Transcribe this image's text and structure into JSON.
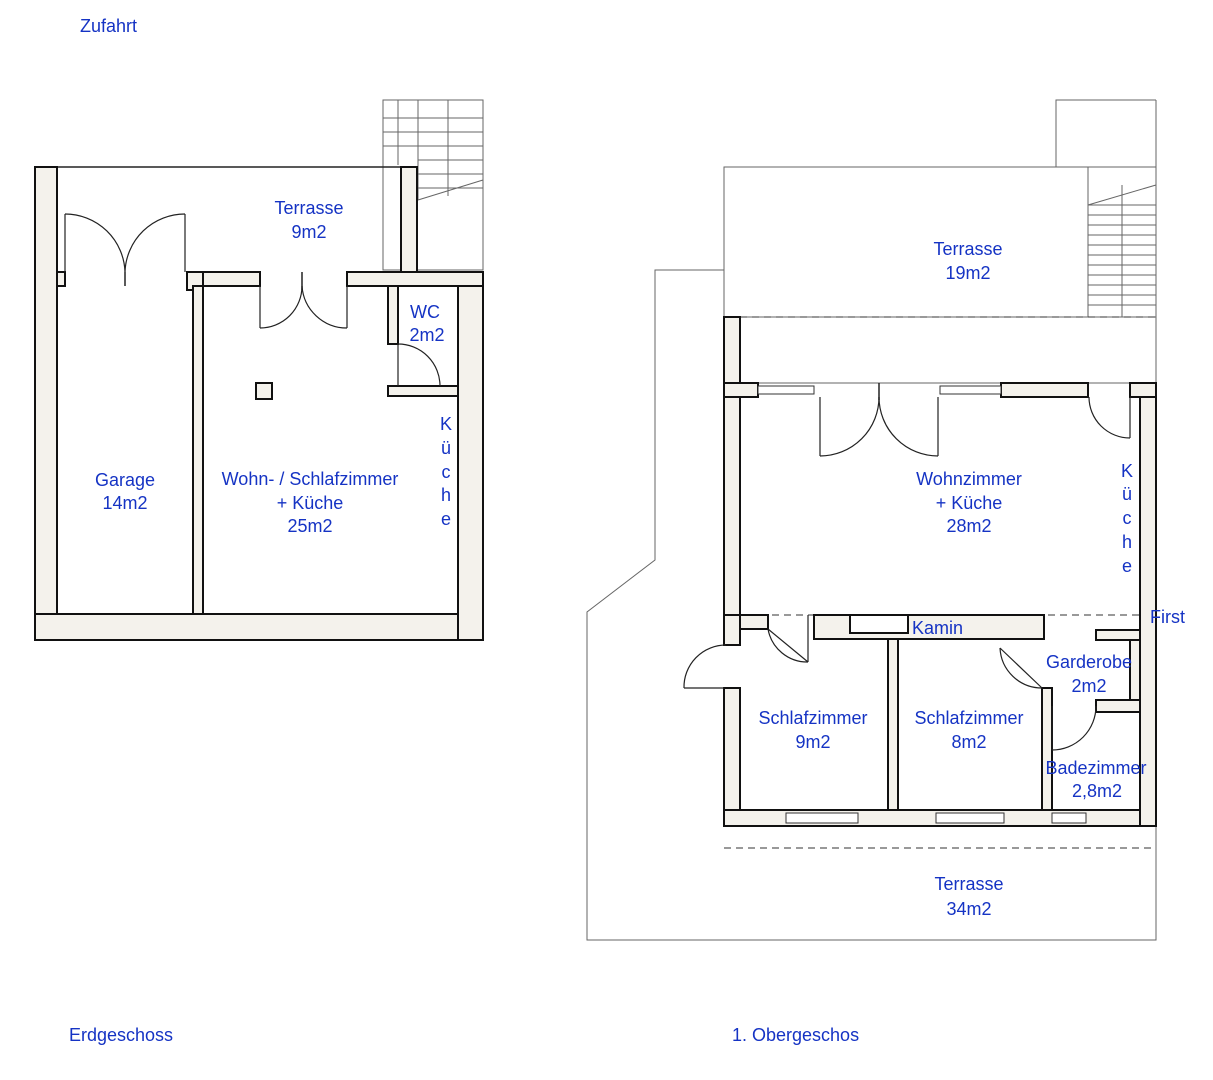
{
  "headings": {
    "access": "Zufahrt",
    "ground_floor": "Erdgeschoss",
    "upper_floor": "1. Obergeschos"
  },
  "ground_floor_rooms": {
    "terrace": {
      "name": "Terrasse",
      "area": "9m2"
    },
    "garage": {
      "name": "Garage",
      "area": "14m2"
    },
    "living": {
      "name": "Wohn- / Schlafzimmer",
      "extra": "+ Küche",
      "area": "25m2"
    },
    "wc": {
      "name": "WC",
      "area": "2m2"
    },
    "kitchen_letters": [
      "K",
      "ü",
      "c",
      "h",
      "e"
    ]
  },
  "upper_floor_rooms": {
    "terrace_north": {
      "name": "Terrasse",
      "area": "19m2"
    },
    "living": {
      "name": "Wohnzimmer",
      "extra": "+ Küche",
      "area": "28m2"
    },
    "kitchen_letters": [
      "K",
      "ü",
      "c",
      "h",
      "e"
    ],
    "first_label": "First",
    "kamin_label": "Kamin",
    "bedroom_1": {
      "name": "Schlafzimmer",
      "area": "9m2"
    },
    "bedroom_2": {
      "name": "Schlafzimmer",
      "area": "8m2"
    },
    "wardrobe": {
      "name": "Garderobe",
      "area": "2m2"
    },
    "bathroom": {
      "name": "Badezimmer",
      "area": "2,8m2"
    },
    "terrace_south": {
      "name": "Terrasse",
      "area": "34m2"
    }
  },
  "colors": {
    "label": "#1533c4",
    "wall_fill": "#f4f2ec",
    "wall_stroke": "#111111"
  }
}
